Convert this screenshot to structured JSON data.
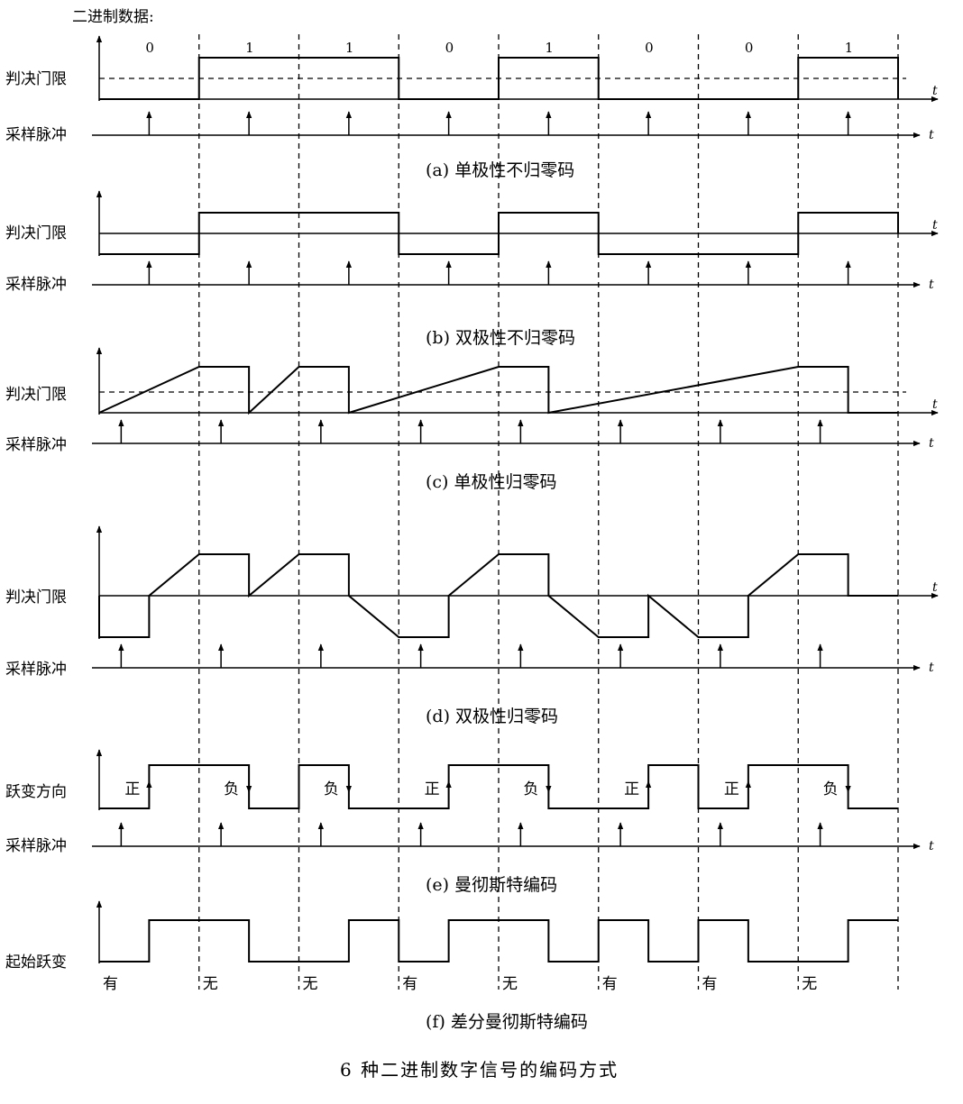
{
  "header": {
    "label": "二进制数据:"
  },
  "bits": [
    "0",
    "1",
    "1",
    "0",
    "1",
    "0",
    "0",
    "1"
  ],
  "t_label": "t",
  "row_labels": {
    "threshold": "判决门限",
    "sampling": "采样脉冲",
    "transition_dir": "跃变方向",
    "start_transition": "起始跃变"
  },
  "captions": {
    "a": "(a) 单极性不归零码",
    "b": "(b) 双极性不归零码",
    "c": "(c) 单极性归零码",
    "d": "(d) 双极性归零码",
    "e": "(e) 曼彻斯特编码",
    "f": "(f) 差分曼彻斯特编码"
  },
  "manchester_dirs": [
    "正",
    "负",
    "负",
    "正",
    "负",
    "正",
    "正",
    "负"
  ],
  "diff_start": [
    "有",
    "无",
    "无",
    "有",
    "无",
    "有",
    "有",
    "无"
  ],
  "title": "6 种二进制数字信号的编码方式"
}
